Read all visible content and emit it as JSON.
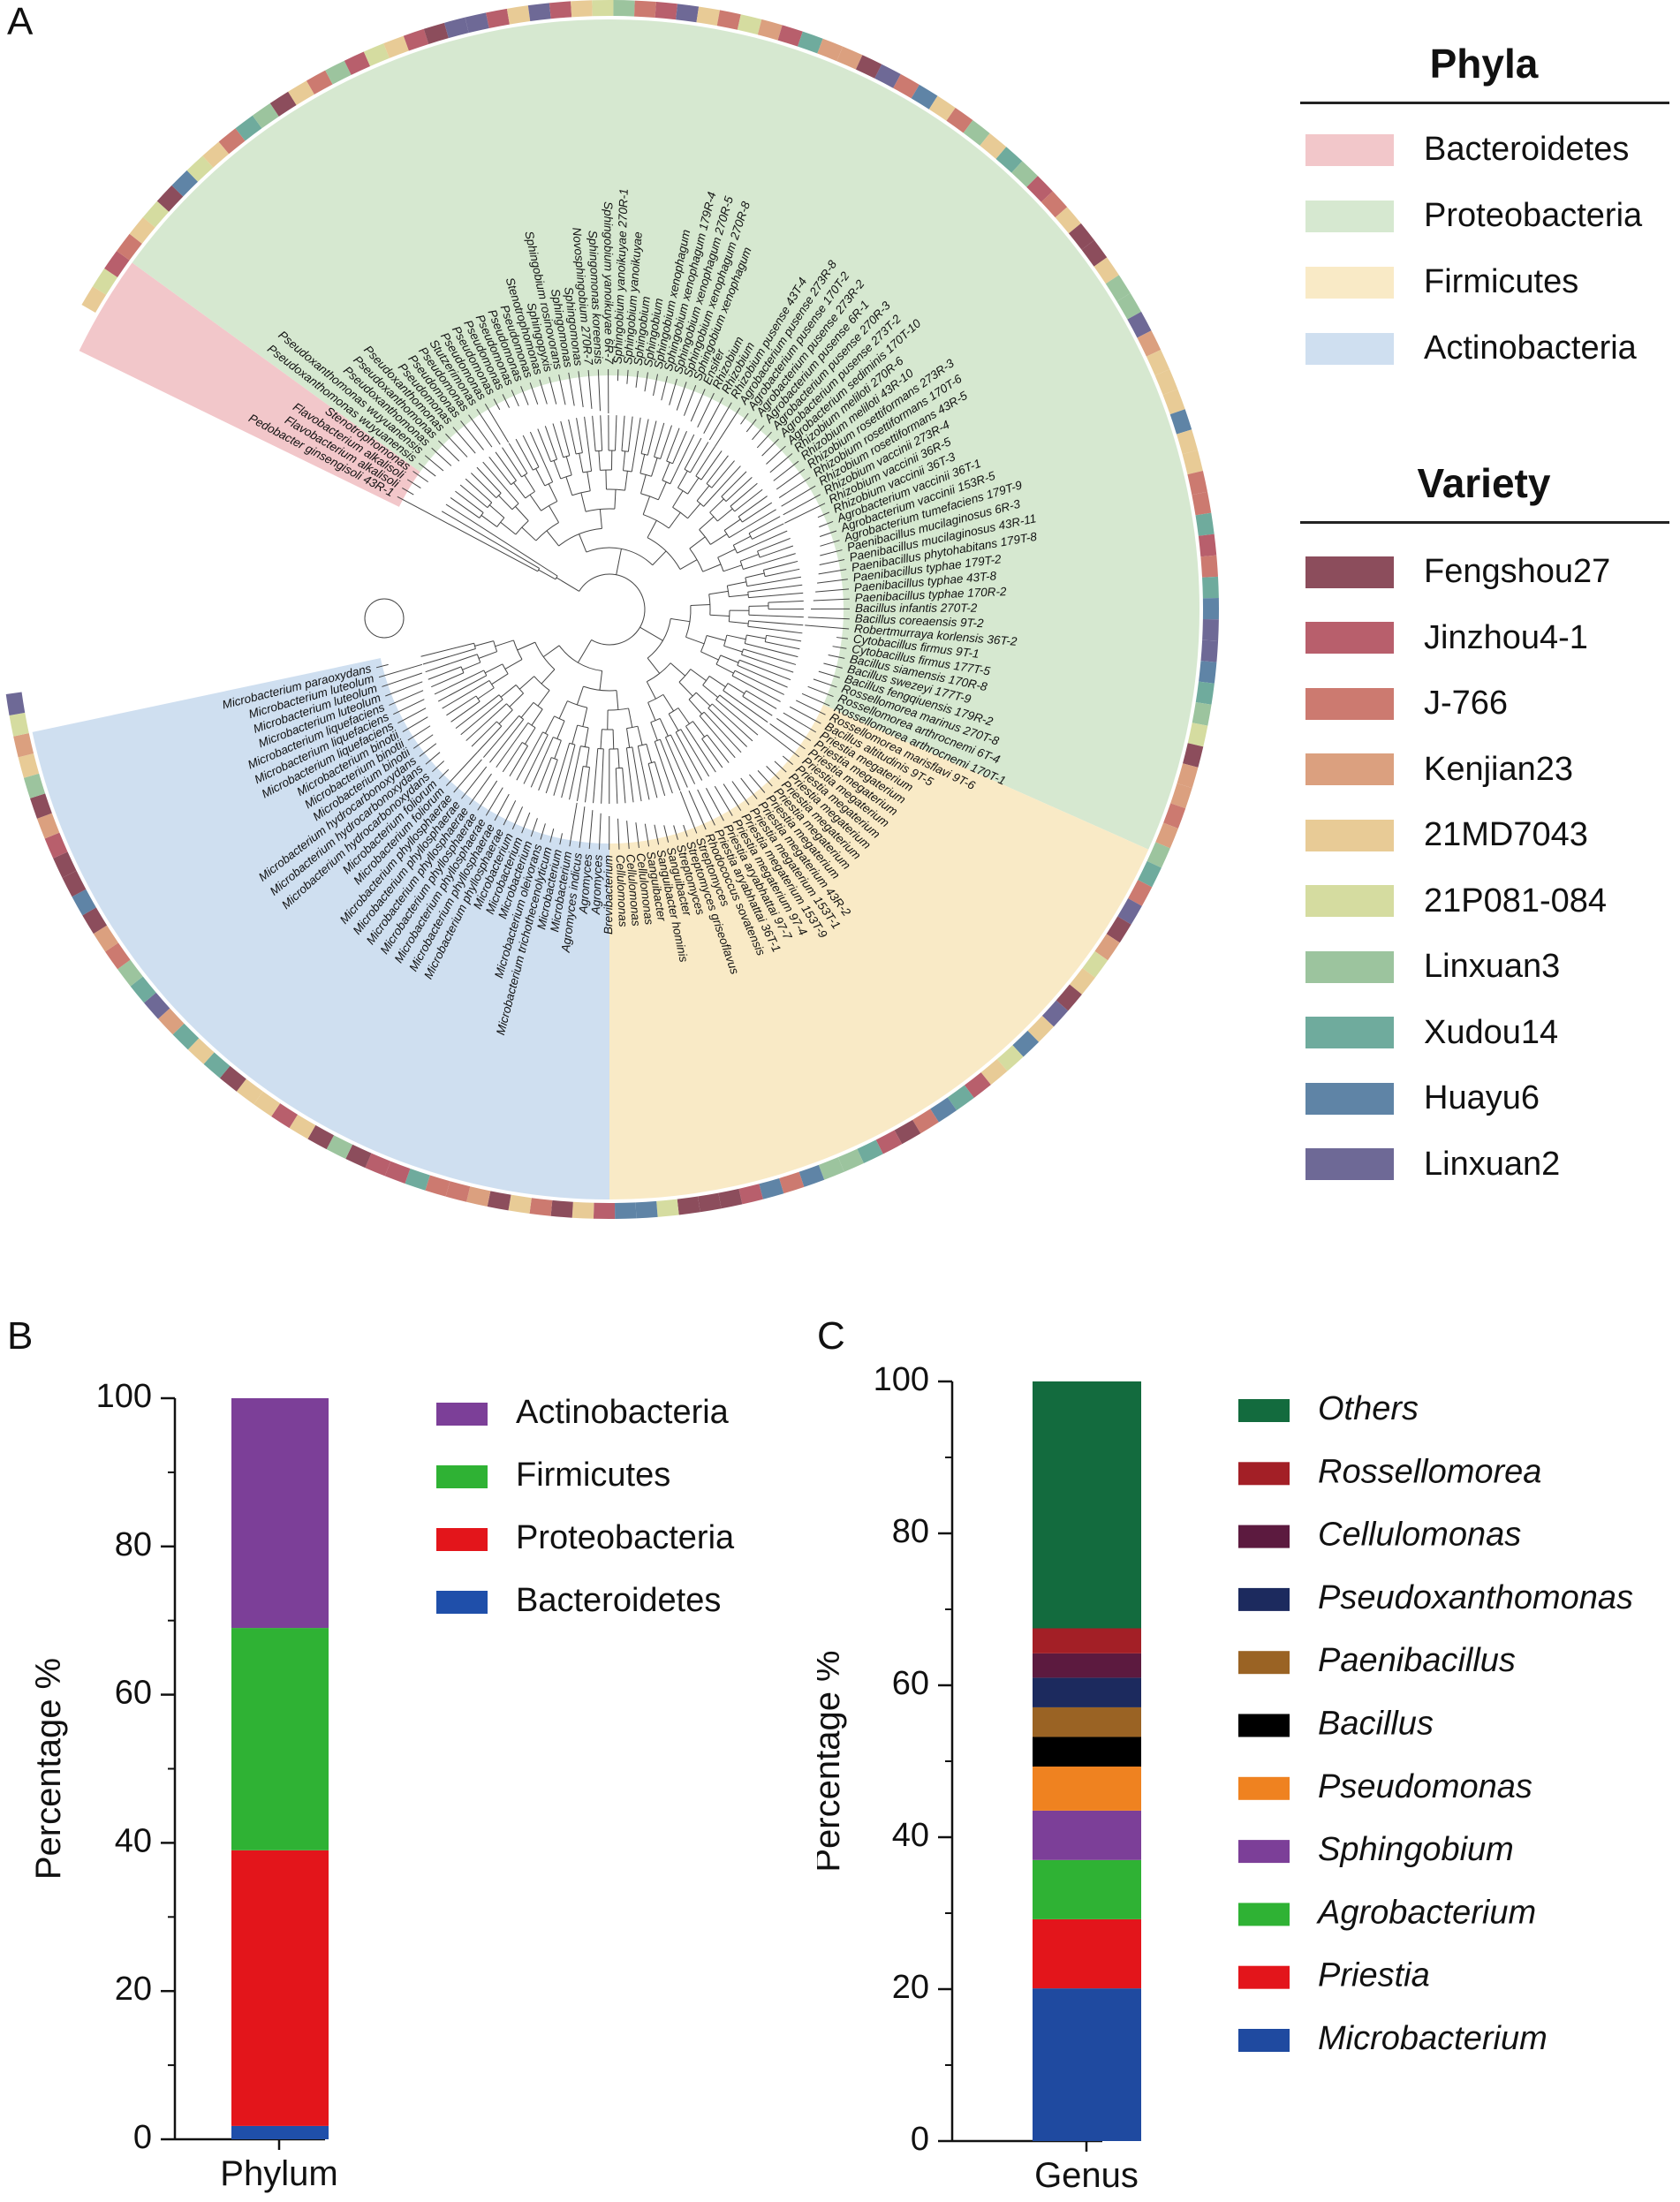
{
  "panels": {
    "a": "A",
    "b": "B",
    "c": "C"
  },
  "tree": {
    "taxa": [
      "Pedobacter ginsengisoli 43R-1",
      "Flavobacterium alkalisoli",
      "Flavobacterium alkalisoli",
      "Stenotrophomonas",
      "Pseudoxanthomonas wuyuanensis",
      "Pseudoxanthomonas wuyuanensis",
      "Pseudoxanthomonas",
      "Pseudoxanthomonas",
      "Pseudoxanthomonas",
      "Pseudomonas",
      "Pseudomonas",
      "Pseudomonas",
      "Stutzerimonas",
      "Pseudomonas",
      "Pseudomonas",
      "Pseudomonas",
      "Pseudomonas",
      "Pseudomonas",
      "Pseudomonas",
      "Stenotrophomonas",
      "Sphingopyxis",
      "Sphingobium rosinovorans",
      "Sphingomonas",
      "Sphingomonas",
      "Novosphingobium 270R-7",
      "Sphingomonas koreensis",
      "Sphingobium yanoikuyae 6R-7",
      "Sphingobium yanoikuyae 270R-1",
      "Sphingobium yanoikuyae",
      "Sphingobium",
      "Sphingobium",
      "Sphingobium xenophagum",
      "Sphingobium xenophagum 179R-4",
      "Sphingobium xenophagum 270R-5",
      "Sphingobium xenophagum 270R-8",
      "Sphingobium xenophagum",
      "Ensifer",
      "Rhizobium",
      "Rhizobium",
      "Rhizobium pusense 43T-4",
      "Agrobacterium pusense 273R-8",
      "Agrobacterium pusense 170T-2",
      "Agrobacterium pusense 273R-2",
      "Agrobacterium pusense 6R-1",
      "Agrobacterium pusense 270R-3",
      "Agrobacterium pusense 273T-2",
      "Agrobacterium sediminis 170T-10",
      "Rhizobium meliloti 270R-6",
      "Rhizobium meliloti 43R-10",
      "Rhizobium rosettiformans 273R-3",
      "Rhizobium rosettiformans 170T-6",
      "Rhizobium rosettiformans 43R-5",
      "Rhizobium vaccinii 273R-4",
      "Rhizobium vaccinii 36R-5",
      "Rhizobium vaccinii 36T-3",
      "Agrobacterium vaccinii 36T-1",
      "Agrobacterium vaccinii 153R-5",
      "Agrobacterium tumefaciens 179T-9",
      "Paenibacillus mucilaginosus 6R-3",
      "Paenibacillus mucilaginosus 43R-11",
      "Paenibacillus phytohabitans 179T-8",
      "Paenibacillus typhae 179T-2",
      "Paenibacillus typhae 43T-8",
      "Paenibacillus typhae 170R-2",
      "Bacillus infantis 270T-2",
      "Bacillus coreaensis 9T-2",
      "Robertmurraya korlensis 36T-2",
      "Cytobacillus firmus 9T-1",
      "Cytobacillus firmus 177T-5",
      "Bacillus siamensis 170R-8",
      "Bacillus swezeyi 177T-9",
      "Bacillus fengqiuensis 179R-2",
      "Rossellomorea marinus 270T-8",
      "Rossellomorea arthrocnemi 6T-4",
      "Rossellomorea arthrocnemi 170T-1",
      "Rossellomorea marisflavi 9T-6",
      "Bacillus altitudinis 9T-5",
      "Priestia megaterium",
      "Priestia megaterium",
      "Priestia megaterium",
      "Priestia megaterium",
      "Priestia megaterium",
      "Priestia megaterium",
      "Priestia megaterium",
      "Priestia megaterium",
      "Priestia megaterium",
      "Priestia megaterium 43R-2",
      "Priestia megaterium 153T-1",
      "Priestia megaterium 153T-9",
      "Priestia megaterium 97-4",
      "Priestia aryabhattai 97-7",
      "Priestia aryabhattai 36T-1",
      "Rhodococcus sovatensis",
      "Streptomyces",
      "Streptomyces griseoflavus",
      "Streptomyces",
      "Sanguibacter",
      "Sanguibacter hominis",
      "Sanguibacter",
      "Cellulomonas",
      "Cellulomonas",
      "Cellulomonas",
      "Brevibacterium",
      "Agromyces",
      "Agromyces",
      "Agromyces indicus",
      "Microbacterium",
      "Microbacterium",
      "Microbacterium trichothecenolyticum",
      "Microbacterium oleivorans",
      "Microbacterium",
      "Microbacterium",
      "Microbacterium",
      "Microbacterium phyllosphaerae",
      "Microbacterium phyllosphaerae",
      "Microbacterium phyllosphaerae",
      "Microbacterium phyllosphaerae",
      "Microbacterium phyllosphaerae",
      "Microbacterium phyllosphaerae",
      "Microbacterium phyllosphaerae",
      "Microbacterium foliorum",
      "Microbacterium foliorum",
      "Microbacterium hydrocarbonoxydans",
      "Microbacterium hydrocarbonoxydans",
      "Microbacterium hydrocarbonoxydans",
      "Microbacterium binotii",
      "Microbacterium binotii",
      "Microbacterium binotii",
      "Microbacterium liquefaciens",
      "Microbacterium liquefaciens",
      "Microbacterium liquefaciens",
      "Microbacterium luteolum",
      "Microbacterium luteolum",
      "Microbacterium luteolum",
      "Microbacterium paraoxydans"
    ]
  },
  "phyla_legend": {
    "title": "Phyla",
    "items": [
      {
        "label": "Bacteroidetes",
        "color": "#f2c7ca"
      },
      {
        "label": "Proteobacteria",
        "color": "#d6e8d0"
      },
      {
        "label": "Firmicutes",
        "color": "#f9eac6"
      },
      {
        "label": "Actinobacteria",
        "color": "#cfdff0"
      }
    ]
  },
  "variety_legend": {
    "title": "Variety",
    "items": [
      {
        "label": "Fengshou27",
        "color": "#8c4d5c"
      },
      {
        "label": "Jinzhou4-1",
        "color": "#b85f6c"
      },
      {
        "label": "J-766",
        "color": "#cc7a70"
      },
      {
        "label": "Kenjian23",
        "color": "#dba07f"
      },
      {
        "label": "21MD7043",
        "color": "#e8cb96"
      },
      {
        "label": "21P081-084",
        "color": "#d5dca0"
      },
      {
        "label": "Linxuan3",
        "color": "#9cc49e"
      },
      {
        "label": "Xudou14",
        "color": "#6fab9d"
      },
      {
        "label": "Huayu6",
        "color": "#5f84a6"
      },
      {
        "label": "Linxuan2",
        "color": "#6e6996"
      }
    ]
  },
  "chart_data": [
    {
      "type": "bar",
      "stacked": true,
      "categories": [
        "Phylum"
      ],
      "ylabel": "Percentage %",
      "ylim": [
        0,
        100
      ],
      "yticks": [
        "0",
        "20",
        "40",
        "60",
        "80",
        "100"
      ],
      "series": [
        {
          "name": "Bacteroidetes",
          "values": [
            1.8
          ],
          "color": "#1f4faa"
        },
        {
          "name": "Proteobacteria",
          "values": [
            37.2
          ],
          "color": "#e3151b"
        },
        {
          "name": "Firmicutes",
          "values": [
            30
          ],
          "color": "#2fb234"
        },
        {
          "name": "Actinobacteria",
          "values": [
            31
          ],
          "color": "#7c3f98"
        }
      ]
    },
    {
      "type": "bar",
      "stacked": true,
      "categories": [
        "Genus"
      ],
      "ylabel": "Percentage %",
      "ylim": [
        0,
        100
      ],
      "yticks": [
        "0",
        "20",
        "40",
        "60",
        "80",
        "100"
      ],
      "series": [
        {
          "name": "Microbacterium",
          "values": [
            20.1
          ],
          "color": "#1f4aa0"
        },
        {
          "name": "Priestia",
          "values": [
            9.1
          ],
          "color": "#e3151b"
        },
        {
          "name": "Agrobacterium",
          "values": [
            7.8
          ],
          "color": "#2fb234"
        },
        {
          "name": "Sphingobium",
          "values": [
            6.5
          ],
          "color": "#7c3f98"
        },
        {
          "name": "Pseudomonas",
          "values": [
            5.8
          ],
          "color": "#ef8220"
        },
        {
          "name": "Bacillus",
          "values": [
            3.9
          ],
          "color": "#000000"
        },
        {
          "name": "Paenibacillus",
          "values": [
            3.9
          ],
          "color": "#9a6324"
        },
        {
          "name": "Pseudoxanthomonas",
          "values": [
            3.9
          ],
          "color": "#1c2a5e"
        },
        {
          "name": "Cellulomonas",
          "values": [
            3.2
          ],
          "color": "#5c1a3f"
        },
        {
          "name": "Rossellomorea",
          "values": [
            3.3
          ],
          "color": "#a31f26"
        },
        {
          "name": "Others",
          "values": [
            32.5
          ],
          "color": "#136b3e"
        }
      ]
    }
  ]
}
